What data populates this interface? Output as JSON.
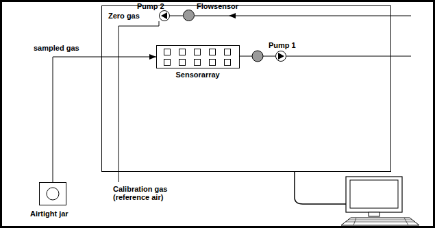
{
  "diagram": {
    "nodes": [
      {
        "text": [
          "Pump 2"
        ]
      },
      {
        "text": [
          "Flowsensor"
        ]
      },
      {
        "text": [
          "Sensorarray"
        ]
      },
      {
        "text": [
          "Pump 1"
        ]
      },
      {
        "text": [
          "Airtight jar"
        ]
      }
    ],
    "edges": [
      {
        "from": 4,
        "to": 2,
        "arrow": "to",
        "label": "sampled gas"
      },
      {
        "from": 1,
        "to": 0,
        "arrow": "none"
      },
      {
        "from": 2,
        "to": 3,
        "arrow": "none"
      }
    ],
    "labels": [
      "Zero gas",
      "Calibration gas (reference air)"
    ]
  }
}
